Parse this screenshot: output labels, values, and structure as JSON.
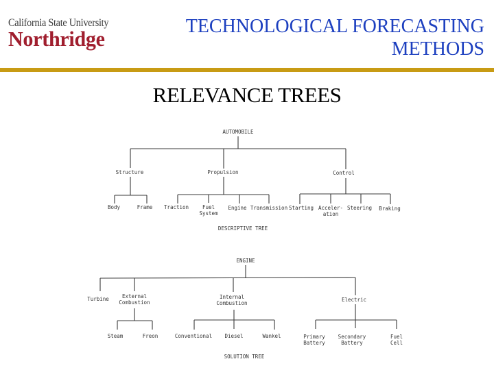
{
  "header": {
    "logo": {
      "line1": "California State University",
      "line2": "Northridge",
      "colors": {
        "line1": "#3a3a3a",
        "line2": "#a01e2e"
      }
    },
    "title_line1": "TECHNOLOGICAL FORECASTING",
    "title_line2": "METHODS",
    "title_color": "#1c3fbf",
    "rule_color": "#c89b14"
  },
  "slide": {
    "title": "RELEVANCE TREES"
  },
  "descriptive_tree": {
    "caption": "DESCRIPTIVE TREE",
    "root": "AUTOMOBILE",
    "branches": [
      {
        "label": "Structure",
        "children": [
          "Body",
          "Frame"
        ]
      },
      {
        "label": "Propulsion",
        "children": [
          "Traction",
          "Fuel\nSystem",
          "Engine",
          "Transmission"
        ]
      },
      {
        "label": "Control",
        "children": [
          "Starting",
          "Acceler-\nation",
          "Steering",
          "Braking"
        ]
      }
    ]
  },
  "solution_tree": {
    "caption": "SOLUTION TREE",
    "root": "ENGINE",
    "branches": [
      {
        "label": "Turbine",
        "children": []
      },
      {
        "label": "External\nCombustion",
        "children": [
          "Steam",
          "Freon"
        ]
      },
      {
        "label": "Internal\nCombustion",
        "children": [
          "Conventional",
          "Diesel",
          "Wankel"
        ]
      },
      {
        "label": "Electric",
        "children": [
          "Primary\nBattery",
          "Secondary\nBattery",
          "Fuel\nCell"
        ]
      }
    ]
  }
}
